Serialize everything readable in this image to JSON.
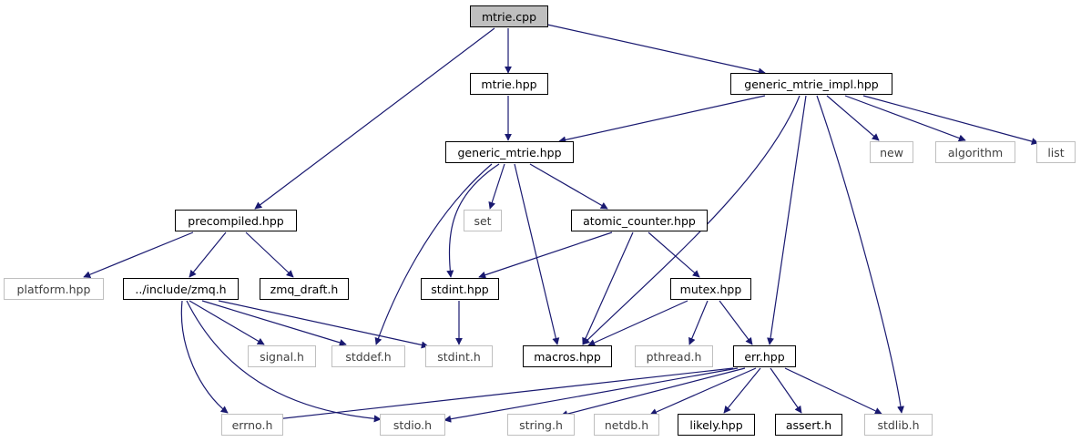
{
  "colors": {
    "edge": "#191970",
    "external_border": "#bfbfbf",
    "root_fill": "#bfbfbf"
  },
  "nodes": {
    "mtrie_cpp": "mtrie.cpp",
    "mtrie_hpp": "mtrie.hpp",
    "generic_mtrie_impl_hpp": "generic_mtrie_impl.hpp",
    "generic_mtrie_hpp": "generic_mtrie.hpp",
    "new": "new",
    "algorithm": "algorithm",
    "list": "list",
    "precompiled_hpp": "precompiled.hpp",
    "set": "set",
    "atomic_counter_hpp": "atomic_counter.hpp",
    "platform_hpp": "platform.hpp",
    "zmq_h": "../include/zmq.h",
    "zmq_draft_h": "zmq_draft.h",
    "stdint_hpp": "stdint.hpp",
    "mutex_hpp": "mutex.hpp",
    "signal_h": "signal.h",
    "stddef_h": "stddef.h",
    "stdint_h": "stdint.h",
    "macros_hpp": "macros.hpp",
    "pthread_h": "pthread.h",
    "err_hpp": "err.hpp",
    "errno_h": "errno.h",
    "stdio_h": "stdio.h",
    "string_h": "string.h",
    "netdb_h": "netdb.h",
    "likely_hpp": "likely.hpp",
    "assert_h": "assert.h",
    "stdlib_h": "stdlib.h"
  }
}
